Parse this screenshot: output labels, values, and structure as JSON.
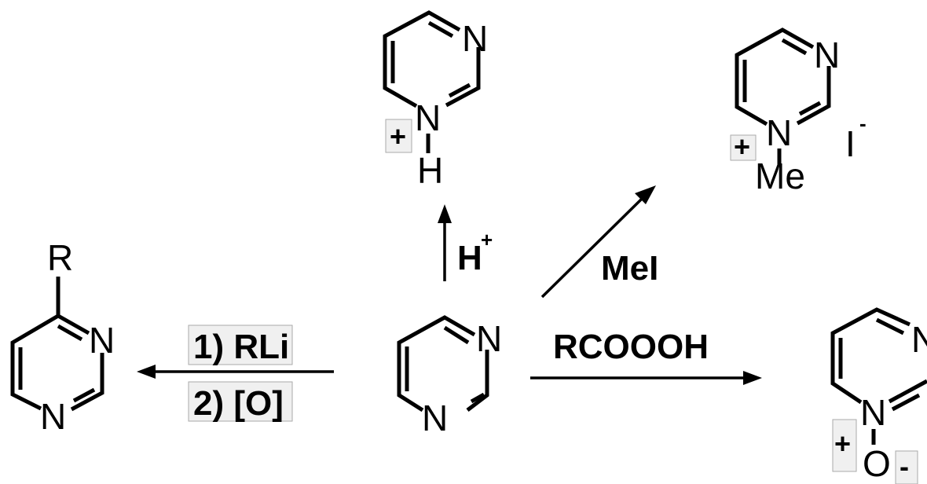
{
  "molecules": {
    "center": {
      "n_top": "N",
      "n_bottom": "N"
    },
    "protonated": {
      "n_top": "N",
      "n_bottom": "N",
      "substituent": "H",
      "charge": "+"
    },
    "methylated": {
      "n_top": "N",
      "n_bottom": "N",
      "substituent": "Me",
      "charge": "+",
      "counterion": "I",
      "counterion_charge": "-"
    },
    "n_oxide": {
      "n_top": "N",
      "n_bottom": "N",
      "substituent": "O",
      "charge": "+",
      "oxygen_charge": "-"
    },
    "substituted": {
      "n_top": "N",
      "n_bottom": "N",
      "substituent": "R"
    }
  },
  "reagents": {
    "protonation": {
      "label": "H",
      "sup": "+"
    },
    "methylation": {
      "label": "MeI"
    },
    "oxidation": {
      "label": "RCOOOH"
    },
    "alkylation": {
      "step1": "1) RLi",
      "step2": "2) [O]"
    }
  }
}
